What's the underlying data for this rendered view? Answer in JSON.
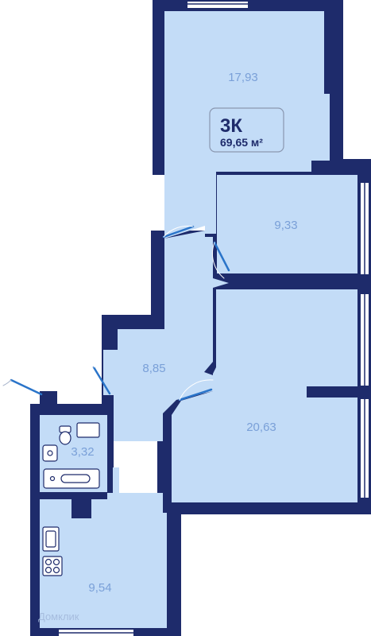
{
  "plan": {
    "type_label": "3К",
    "total_area": "69,65 м²",
    "rooms": {
      "living_top": "17,93",
      "bedroom_small": "9,33",
      "hall": "8,85",
      "bedroom_large": "20,63",
      "bathroom": "3,32",
      "kitchen": "9,54"
    },
    "watermark": "Домклик"
  },
  "colors": {
    "wall": "#1e2b6b",
    "floor": "#c3dcf7",
    "label": "#7aa0d8",
    "door": "#2a74c9",
    "badge_border": "#8a97b0",
    "window": "#ffffff"
  }
}
